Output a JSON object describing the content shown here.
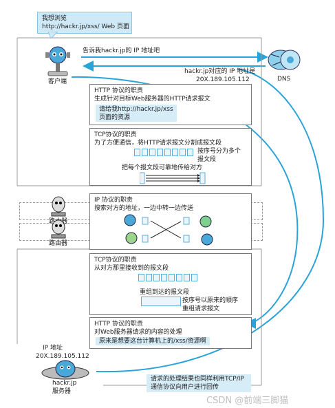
{
  "client": {
    "bubble_line1": "我想浏览",
    "bubble_line2": "http://hackr.jp/xss/ Web 页面",
    "label": "客户端"
  },
  "dns": {
    "label": "DNS",
    "request": "告诉我hackr.jp的 IP 地址吧",
    "response_line1": "hackr.jp对应的 IP 地址是",
    "response_line2": "20X.189.105.112"
  },
  "http_sender": {
    "title": "HTTP 协议的职责",
    "desc": "生成针对目标Web服务器的HTTP请求报文",
    "note_line1": "请给我http://hackr.jp/xss",
    "note_line2": "页面的资源"
  },
  "tcp_sender": {
    "title": "TCP协议的职责",
    "desc": "为了方便通信，将HTTP请求报文分割成报文段",
    "number_line1": "按序号分为多个",
    "number_line2": "报文段",
    "reliable": "把每个报文段可靠地传给对方"
  },
  "ip": {
    "title": "IP 协议的职责",
    "desc": "搜索对方的地址，一边中转一边传送"
  },
  "routers": [
    "路由器",
    "路由器"
  ],
  "tcp_receiver": {
    "title": "TCP协议的职责",
    "desc": "从对方那里接收到的报文段",
    "reassembled": "重组到达的报文段",
    "order_line1": "按序号以原来的顺序",
    "order_line2": "重组请求报文"
  },
  "http_receiver": {
    "title": "HTTP 协议的职责",
    "desc": "对Web服务器请求的内容的处理",
    "note": "原来是想要这台计算机上的/xss/资源啊"
  },
  "server": {
    "ip_label": "IP 地址",
    "ip_value": "20X.189.105.112",
    "name": "hackr.jp",
    "label": "服务器"
  },
  "response_note": {
    "line1": "请求的处理结果也同样利用TCP/IP",
    "line2": "通信协议向用户进行回传"
  },
  "watermark": "CSDN @前端三脚猫",
  "colors": {
    "accent": "#2aa3d8",
    "bubble": "#cfe9f7",
    "note": "#d6ecf7",
    "frame": "#999999"
  }
}
